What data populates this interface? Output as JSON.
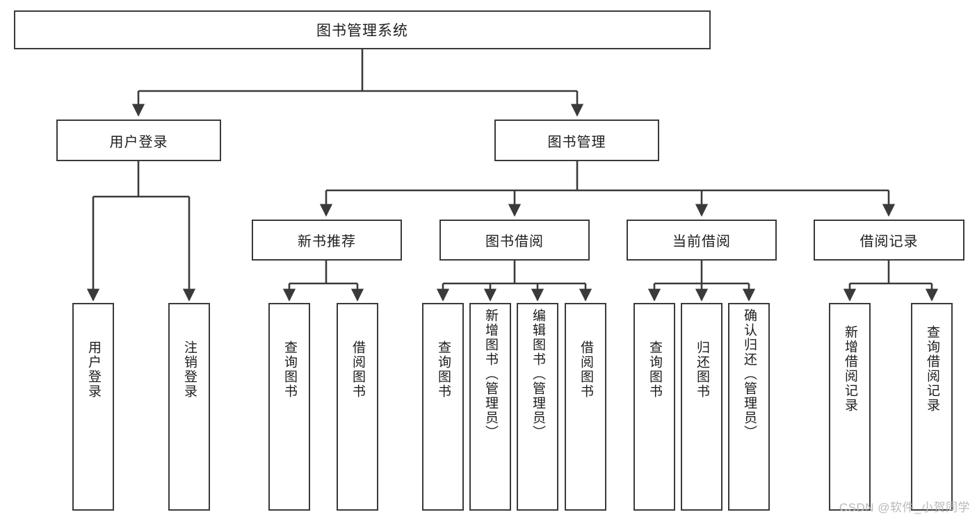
{
  "diagram": {
    "title": "图书管理系统",
    "type": "tree",
    "watermark": "CSDN @软件_小贺同学",
    "colors": {
      "box_border": "#3a3a3a",
      "box_fill": "#ffffff",
      "line": "#3a3a3a",
      "text": "#1d1d1d",
      "watermark": "#b9b9b9",
      "background": "#ffffff"
    },
    "root": {
      "label": "图书管理系统",
      "orientation": "horizontal"
    },
    "level2": [
      {
        "label": "用户登录",
        "orientation": "horizontal"
      },
      {
        "label": "图书管理",
        "orientation": "horizontal"
      }
    ],
    "level3": [
      {
        "label": "新书推荐",
        "orientation": "horizontal"
      },
      {
        "label": "图书借阅",
        "orientation": "horizontal"
      },
      {
        "label": "当前借阅",
        "orientation": "horizontal"
      },
      {
        "label": "借阅记录",
        "orientation": "horizontal"
      }
    ],
    "leaves": {
      "user_login": [
        {
          "label": "用户登录",
          "orientation": "vertical"
        },
        {
          "label": "注销登录",
          "orientation": "vertical"
        }
      ],
      "new_book_recommend": [
        {
          "label": "查询图书",
          "orientation": "vertical"
        },
        {
          "label": "借阅图书",
          "orientation": "vertical"
        }
      ],
      "book_borrow": [
        {
          "label": "查询图书",
          "orientation": "vertical"
        },
        {
          "label": "新增图书（管理员）",
          "orientation": "vertical"
        },
        {
          "label": "编辑图书（管理员）",
          "orientation": "vertical"
        },
        {
          "label": "借阅图书",
          "orientation": "vertical"
        }
      ],
      "current_borrow": [
        {
          "label": "查询图书",
          "orientation": "vertical"
        },
        {
          "label": "归还图书",
          "orientation": "vertical"
        },
        {
          "label": "确认归还（管理员）",
          "orientation": "vertical"
        }
      ],
      "borrow_record": [
        {
          "label": "新增借阅记录",
          "orientation": "vertical"
        },
        {
          "label": "查询借阅记录",
          "orientation": "vertical"
        }
      ]
    }
  }
}
